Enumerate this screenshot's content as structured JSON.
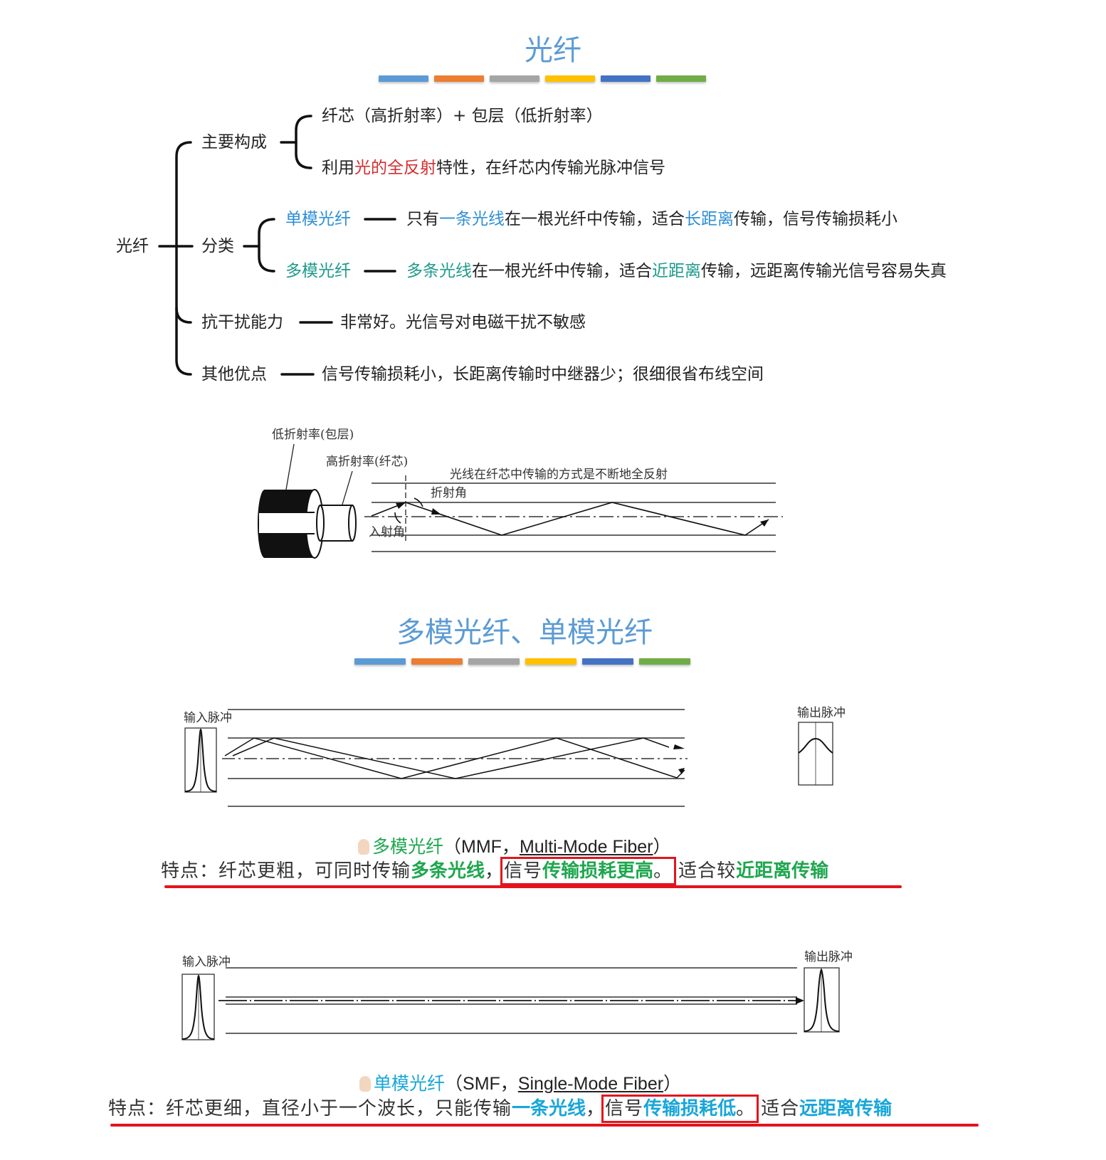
{
  "section1": {
    "title": "光纤",
    "color_bars": [
      "#5b9bd5",
      "#ed7d31",
      "#a5a5a5",
      "#ffc000",
      "#4472c4",
      "#70ad47"
    ],
    "mindmap": {
      "root": "光纤",
      "branches": {
        "composition": {
          "label": "主要构成",
          "item1": "纤芯（高折射率）+ 包层（低折射率）",
          "item2_pre": "利用",
          "item2_hl": "光的全反射",
          "item2_post": "特性，在纤芯内传输光脉冲信号"
        },
        "classification": {
          "label": "分类",
          "single": {
            "label": "单模光纤",
            "t1": "只有",
            "h1": "一条光线",
            "t2": "在一根光纤中传输，适合",
            "h2": "长距离",
            "t3": "传输，信号传输损耗小"
          },
          "multi": {
            "label": "多模光纤",
            "h1": "多条光线",
            "t1": "在一根光纤中传输，适合",
            "h2": "近距离",
            "t2": "传输，远距离传输光信号容易失真"
          }
        },
        "interference": {
          "label": "抗干扰能力",
          "desc": "非常好。光信号对电磁干扰不敏感"
        },
        "other": {
          "label": "其他优点",
          "desc": "信号传输损耗小，长距离传输时中继器少；很细很省布线空间"
        }
      }
    },
    "diagram": {
      "label_cladding": "低折射率(包层)",
      "label_core": "高折射率(纤芯)",
      "caption": "光线在纤芯中传输的方式是不断地全反射",
      "label_refraction": "折射角",
      "label_incidence": "入射角"
    }
  },
  "section2": {
    "title": "多模光纤、单模光纤",
    "color_bars": [
      "#5b9bd5",
      "#ed7d31",
      "#a5a5a5",
      "#ffc000",
      "#4472c4",
      "#70ad47"
    ],
    "mmf": {
      "input_label": "输入脉冲",
      "output_label": "输出脉冲",
      "heading_name": "多模光纤",
      "heading_abbr_pre": "（MMF，",
      "heading_full": "Multi-Mode Fiber",
      "heading_close": "）",
      "f_pre": "特点：纤芯更粗，可同时传输",
      "f_h1": "多条光线",
      "f_comma": "，",
      "f_box_pre": "信号",
      "f_box_hl": "传输损耗更高",
      "f_box_end": "。",
      "f_mid": "适合较",
      "f_h2": "近距离传输"
    },
    "smf": {
      "input_label": "输入脉冲",
      "output_label": "输出脉冲",
      "heading_name": "单模光纤",
      "heading_abbr_pre": "（SMF，",
      "heading_full": "Single-Mode Fiber",
      "heading_close": "）",
      "f_pre": "特点：纤芯更细，直径小于一个波长，只能传输",
      "f_h1": "一条光线",
      "f_comma": "，",
      "f_box_pre": "信号",
      "f_box_hl": "传输损耗低",
      "f_box_end": "。",
      "f_mid": "适合",
      "f_h2": "远距离传输"
    }
  }
}
